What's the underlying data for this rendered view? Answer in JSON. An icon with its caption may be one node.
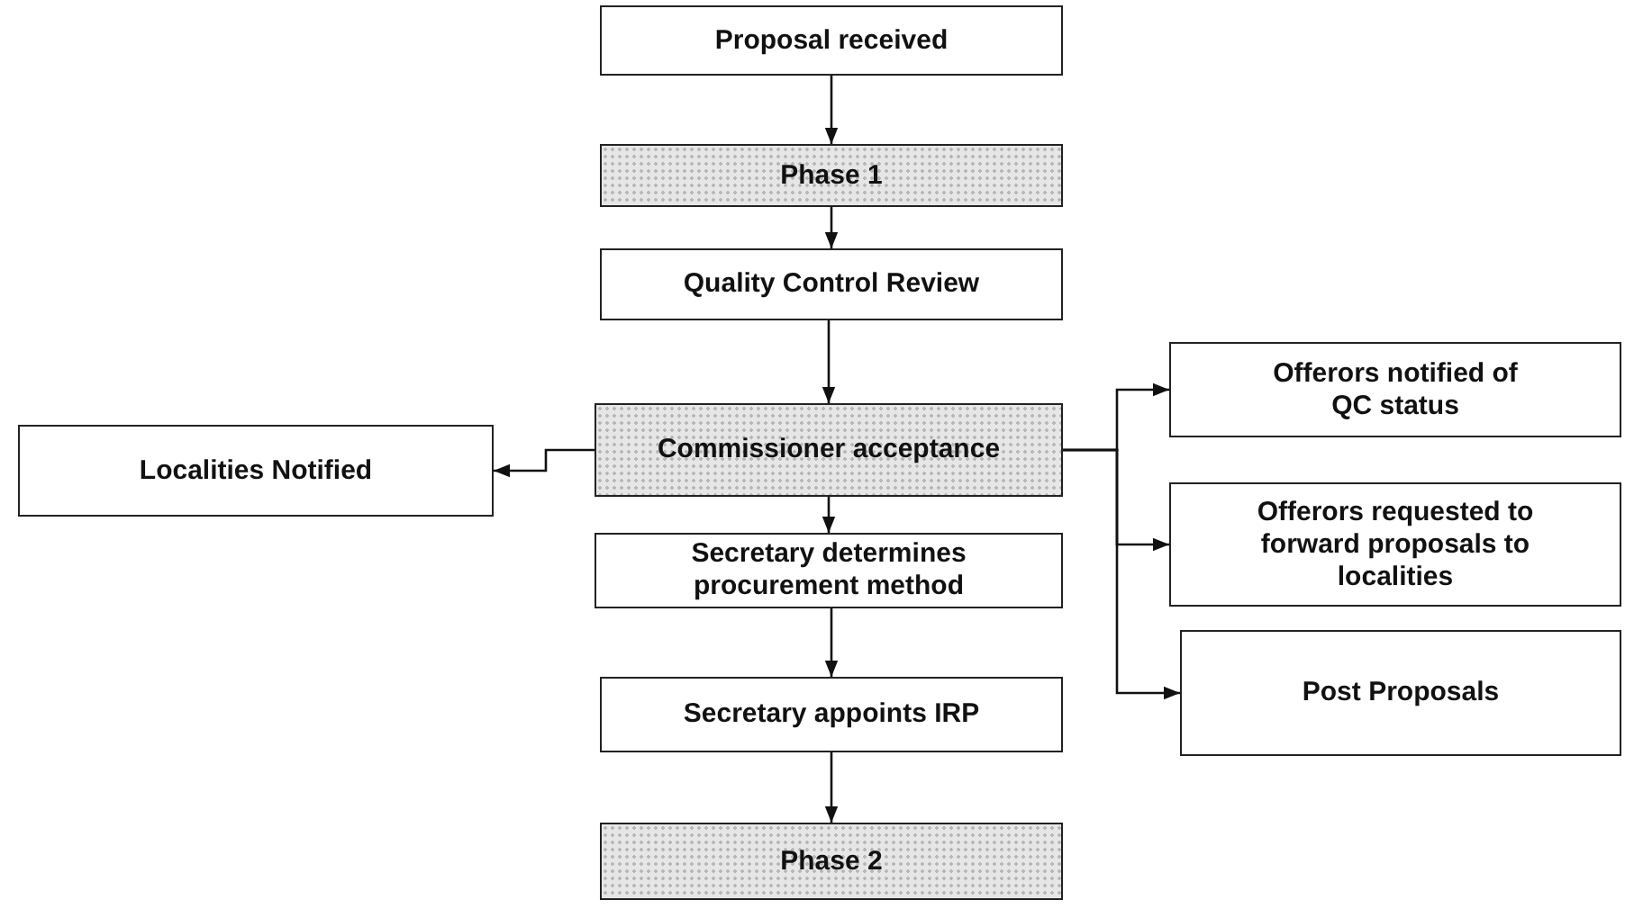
{
  "diagram": {
    "nodes": [
      {
        "text": [
          "Proposal received"
        ]
      },
      {
        "text": [
          "Phase 1"
        ]
      },
      {
        "text": [
          "Quality Control Review"
        ]
      },
      {
        "text": [
          "Commissioner acceptance"
        ]
      },
      {
        "text": [
          "Secretary determines procurement method"
        ]
      },
      {
        "text": [
          "Secretary appoints IRP"
        ]
      },
      {
        "text": [
          "Phase 2"
        ]
      },
      {
        "text": [
          "Localities Notified"
        ]
      },
      {
        "text": [
          "Offerors notified of QC status"
        ]
      },
      {
        "text": [
          "Offerors requested to forward proposals to localities"
        ]
      },
      {
        "text": [
          "Post Proposals"
        ]
      }
    ],
    "edges": [
      {
        "from": 0,
        "to": 1,
        "arrow": "to"
      },
      {
        "from": 1,
        "to": 2,
        "arrow": "to"
      },
      {
        "from": 2,
        "to": 3,
        "arrow": "to"
      },
      {
        "from": 3,
        "to": 4,
        "arrow": "to"
      },
      {
        "from": 4,
        "to": 5,
        "arrow": "to"
      },
      {
        "from": 5,
        "to": 6,
        "arrow": "to"
      },
      {
        "from": 3,
        "to": 7,
        "arrow": "to"
      },
      {
        "from": 3,
        "to": 8,
        "arrow": "to"
      },
      {
        "from": 3,
        "to": 9,
        "arrow": "to"
      },
      {
        "from": 3,
        "to": 10,
        "arrow": "to"
      }
    ]
  }
}
